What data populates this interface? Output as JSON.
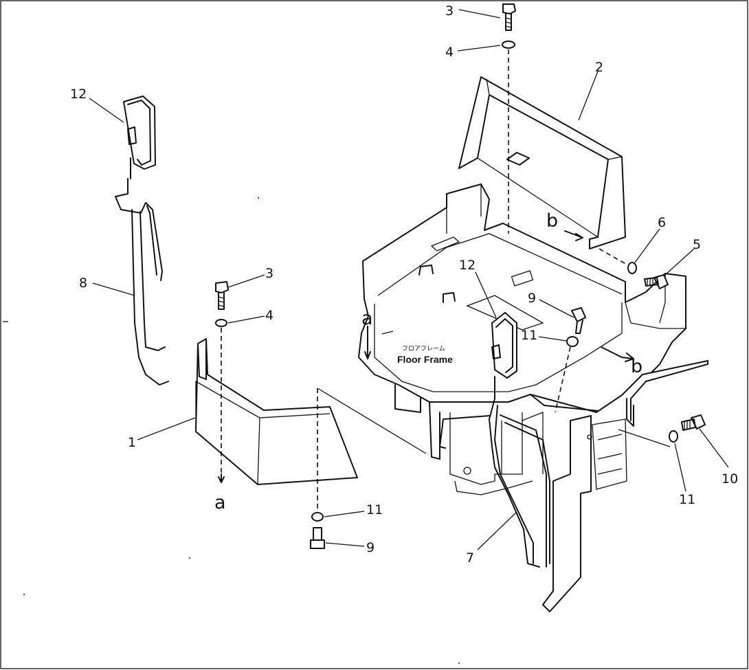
{
  "diagram": {
    "callouts": [
      {
        "id": "c-3-top",
        "label": "3"
      },
      {
        "id": "c-4-top",
        "label": "4"
      },
      {
        "id": "c-2",
        "label": "2"
      },
      {
        "id": "c-12-left",
        "label": "12"
      },
      {
        "id": "c-8",
        "label": "8"
      },
      {
        "id": "c-3-mid",
        "label": "3"
      },
      {
        "id": "c-4-mid",
        "label": "4"
      },
      {
        "id": "c-1",
        "label": "1"
      },
      {
        "id": "c-11-low",
        "label": "11"
      },
      {
        "id": "c-9-low",
        "label": "9"
      },
      {
        "id": "c-6",
        "label": "6"
      },
      {
        "id": "c-5",
        "label": "5"
      },
      {
        "id": "c-12-mid",
        "label": "12"
      },
      {
        "id": "c-9-mid",
        "label": "9"
      },
      {
        "id": "c-11-mid",
        "label": "11"
      },
      {
        "id": "c-7",
        "label": "7"
      },
      {
        "id": "c-10",
        "label": "10"
      },
      {
        "id": "c-11-right",
        "label": "11"
      }
    ],
    "reference_letters": {
      "a_left": "a",
      "a_frame": "a",
      "b_top": "b",
      "b_right": "b"
    },
    "frame_label_jp": "フロアフレーム",
    "frame_label_en": "Floor Frame"
  }
}
